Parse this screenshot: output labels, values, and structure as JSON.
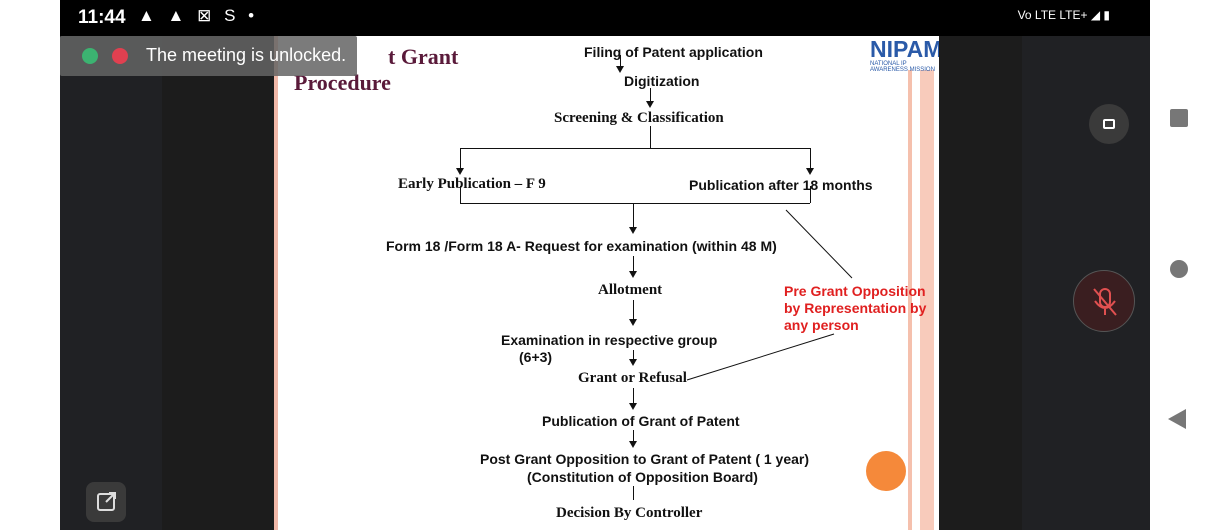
{
  "status_bar": {
    "time": "11:44",
    "left_icons": "▲ ▲ ⊠ S •",
    "right_icons": "Vo LTE LTE+ ◢ ▮"
  },
  "toast": {
    "message": "The meeting is unlocked."
  },
  "slide": {
    "title_line1": "t Grant",
    "title_line2": "Procedure",
    "logo": "NIPAM",
    "logo_sub": "NATIONAL IP AWARENESS MISSION",
    "steps": {
      "filing": "Filing of Patent application",
      "digitization": "Digitization",
      "screening": "Screening & Classification",
      "early_pub": "Early Publication – F 9",
      "pub_18": "Publication after 18 months",
      "form18": "Form 18 /Form 18 A- Request for examination (within 48 M)",
      "allotment": "Allotment",
      "exam": "Examination in respective group",
      "exam_sub": "(6+3)",
      "grant_refusal": "Grant or Refusal",
      "pub_grant": "Publication of Grant of Patent",
      "post_grant": "Post Grant Opposition to Grant of Patent  ( 1 year)",
      "constitution": "(Constitution of Opposition Board)",
      "decision": "Decision By Controller"
    },
    "pre_grant": {
      "line1": "Pre Grant Opposition",
      "line2": "by Representation by",
      "line3": "any person"
    }
  },
  "icons": {
    "toast_status": "signal-icon",
    "toast_mic": "mic-muted-icon",
    "stop_share": "stop-share-icon",
    "mic": "mic-off-icon",
    "external": "open-external-icon"
  },
  "colors": {
    "accent_red": "#e02020",
    "orange": "#f5893a",
    "title_maroon": "#5a1a3a"
  }
}
